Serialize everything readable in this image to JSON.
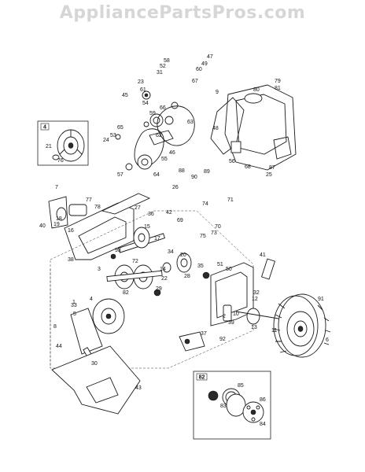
{
  "watermark": "AppliancePartsPros.com",
  "insets": [
    {
      "tag": "4"
    },
    {
      "tag": "82"
    }
  ],
  "callouts": [
    "47",
    "58",
    "52",
    "31",
    "49",
    "60",
    "67",
    "23",
    "45",
    "61",
    "54",
    "59",
    "66",
    "63",
    "9",
    "80",
    "79",
    "81",
    "65",
    "24",
    "53",
    "55",
    "62",
    "46",
    "48",
    "76",
    "21",
    "57",
    "64",
    "56",
    "68",
    "87",
    "25",
    "88",
    "89",
    "90",
    "7",
    "26",
    "36",
    "77",
    "42",
    "74",
    "71",
    "27",
    "40",
    "19",
    "15",
    "78",
    "16",
    "18",
    "69",
    "70",
    "75",
    "73",
    "17",
    "38",
    "93",
    "72",
    "34",
    "20",
    "35",
    "51",
    "50",
    "3",
    "82",
    "14",
    "41",
    "22",
    "28",
    "29",
    "1",
    "37",
    "33",
    "5",
    "4",
    "2",
    "39",
    "11",
    "92",
    "32",
    "12",
    "91",
    "8",
    "44",
    "30",
    "43",
    "83",
    "84",
    "85",
    "86",
    "6",
    "10",
    "13"
  ]
}
